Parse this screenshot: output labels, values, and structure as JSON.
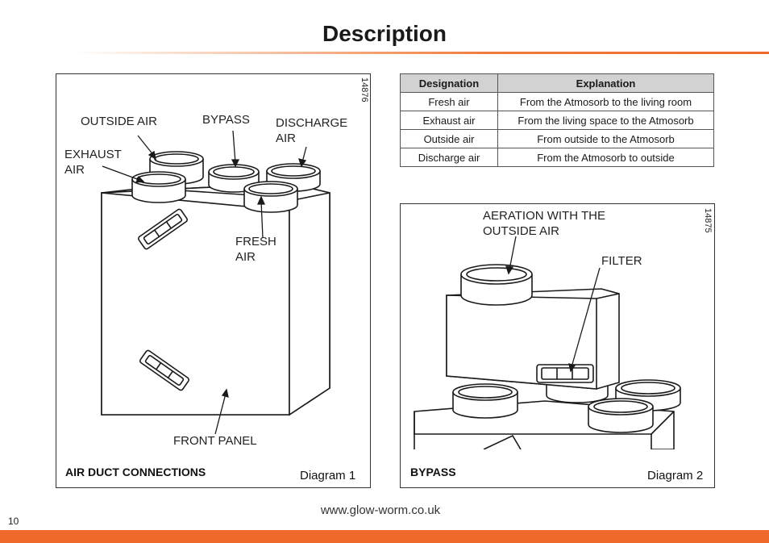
{
  "page": {
    "title": "Description",
    "footer_url": "www.glow-worm.co.uk",
    "page_number": "10",
    "accent_color": "#ef6a2a"
  },
  "diagram1": {
    "code": "14876",
    "caption": "AIR DUCT CONNECTIONS",
    "number": "Diagram 1",
    "labels": {
      "outside_air": "OUTSIDE AIR",
      "bypass": "BYPASS",
      "discharge_air": "DISCHARGE\nAIR",
      "exhaust_air": "EXHAUST\nAIR",
      "fresh_air": "FRESH\nAIR",
      "front_panel": "FRONT PANEL"
    }
  },
  "table": {
    "headers": [
      "Designation",
      "Explanation"
    ],
    "rows": [
      [
        "Fresh air",
        "From the Atmosorb to the living room"
      ],
      [
        "Exhaust air",
        "From the living space to the Atmosorb"
      ],
      [
        "Outside air",
        "From outside to the Atmosorb"
      ],
      [
        "Discharge air",
        "From the Atmosorb to outside"
      ]
    ]
  },
  "diagram2": {
    "code": "14875",
    "caption": "BYPASS",
    "number": "Diagram 2",
    "labels": {
      "aeration": "AERATION WITH THE\nOUTSIDE AIR",
      "filter": "FILTER"
    }
  }
}
